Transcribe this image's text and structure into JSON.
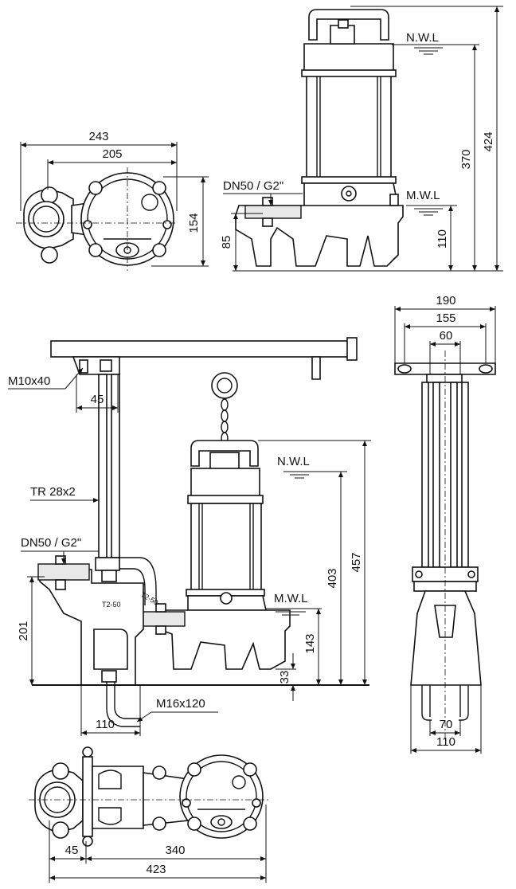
{
  "labels": {
    "nwl": "N.W.L",
    "mwl": "M.W.L",
    "dn50": "DN50 / G2\"",
    "m10": "M10x40",
    "tr": "TR 28x2",
    "m16": "M16x120",
    "plate": "T2-50"
  },
  "dimensions": {
    "d243": "243",
    "d205": "205",
    "d154": "154",
    "d85": "85",
    "d370": "370",
    "d424": "424",
    "d110a": "110",
    "d190": "190",
    "d155": "155",
    "d60": "60",
    "d70": "70",
    "d110b": "110",
    "d45a": "45",
    "d457": "457",
    "d403": "403",
    "d201": "201",
    "d143": "143",
    "d33": "33",
    "d110c": "110",
    "d45b": "45",
    "d340": "340",
    "d423": "423"
  }
}
